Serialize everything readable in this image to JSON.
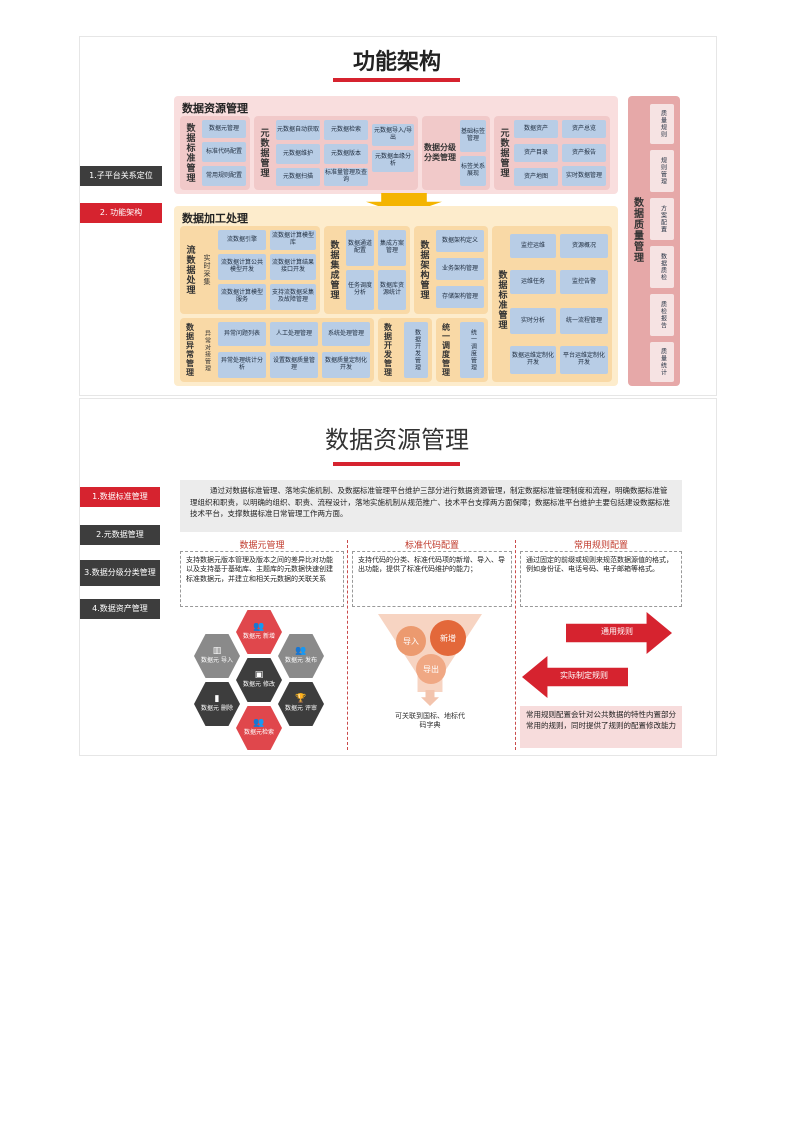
{
  "section1": {
    "title": "功能架构",
    "side_tabs": [
      "1.子平台关系定位",
      "2. 功能架构"
    ],
    "resource": {
      "heading": "数据资源管理",
      "std_label": "数据标准管理",
      "std_items": [
        "数据元管理",
        "标准代码配置",
        "常用规则配置"
      ],
      "meta_label": "元数据管理",
      "meta_items": [
        "元数据自动获取",
        "元数据检索",
        "元数据导入/导出",
        "元数据维护",
        "元数据版本",
        "元数据血缘分析",
        "元数据扫描",
        "标准量管理及查询"
      ],
      "cls_label": "数据分级分类管理",
      "cls_items": [
        "基础标签管理",
        "标签关系展现"
      ],
      "asset_label": "元数据管理",
      "asset_items": [
        "数据资产",
        "资产总览",
        "资产目录",
        "资产报告",
        "资产地图",
        "实时数据管理"
      ]
    },
    "quality": {
      "label": "数据质量管理",
      "items": [
        "质量规则",
        "规则管理",
        "方案配置",
        "数据质检",
        "质检报告",
        "质量统计"
      ]
    },
    "process": {
      "heading": "数据加工处理",
      "stream_label": "流数据处理",
      "stream_sub": "实时采集",
      "stream_items": [
        "流数据引擎",
        "流数据计算模型库",
        "流数据计算公共模型开发",
        "流数据计算结果接口开发",
        "流数据计算模型服务",
        "支持流数据采集及故障管理"
      ],
      "integ_label": "数据集成管理",
      "integ_items": [
        "数据通道配置",
        "集成方案管理",
        "任务调度分析",
        "数据库资源统计"
      ],
      "arch_label": "数据架构管理",
      "arch_items": [
        "数据架构定义",
        "业务架构管理",
        "存储架构管理"
      ],
      "normal_label": "数据标准管理",
      "normal_items": [
        "监控运维",
        "资源概况",
        "运维任务",
        "监控告警",
        "实时分析",
        "统一流程管理",
        "数据运维定制化开发",
        "平台运维定制化开发"
      ],
      "abn_label": "数据异常管理",
      "abn_sub": "异常对接管理",
      "abn_items": [
        "异常问题列表",
        "人工处理管理",
        "系统处理管理",
        "异常处理统计分析",
        "设置数据质量管理",
        "数据质量定制化开发"
      ],
      "dev_label": "数据开发管理",
      "dev_sub": "数据开发管理",
      "sched_label": "统一调度管理",
      "sched_sub": "统一调度管理"
    }
  },
  "section2": {
    "title": "数据资源管理",
    "side_tabs": [
      "1.数据标准管理",
      "2.元数据管理",
      "3.数据分级分类管理",
      "4.数据资产管理"
    ],
    "intro": "通过对数据标准管理、落地实施机制、及数据标准管理平台维护三部分进行数据资源管理，制定数据标准管理制度和流程，明确数据标准管理组织和职责，以明确的组织、职责、流程设计，落地实施机制从规范推广、技术平台支撑两方面保障；数据标准平台维护主要包括建设数据标准技术平台，支撑数据标准日常管理工作两方面。",
    "col1": {
      "head": "数据元管理",
      "text": "支持数据元版本管理及版本之间的差异比对功能以及支持基于基础库、主题库的元数据快速创建标准数据元，并建立和相关元数据的关联关系",
      "hexes": [
        {
          "label": "数据元 新增",
          "icon": "👥",
          "color": "#e0474c"
        },
        {
          "label": "数据元 导入",
          "icon": "▥",
          "color": "#8a8a8a"
        },
        {
          "label": "数据元 发布",
          "icon": "👥",
          "color": "#8a8a8a"
        },
        {
          "label": "数据元 修改",
          "icon": "▣",
          "color": "#3d3d3d"
        },
        {
          "label": "数据元 删除",
          "icon": "▮",
          "color": "#3d3d3d"
        },
        {
          "label": "数据元 评审",
          "icon": "🏆",
          "color": "#3d3d3d"
        },
        {
          "label": "数据元检索",
          "icon": "👥",
          "color": "#e0474c"
        }
      ]
    },
    "col2": {
      "head": "标准代码配置",
      "text": "支持代码的分类、标准代码项的新增、导入、导出功能，提供了标准代码维护的能力；",
      "funnel": [
        "导入",
        "新增",
        "导出"
      ],
      "foot": "可关联到国标、地标代码字典"
    },
    "col3": {
      "head": "常用规则配置",
      "text": "通过固定的前缀或规则来规范数据源值的格式，例如身份证、电话号码、电子邮箱等格式。",
      "arrow1": "通用规则",
      "arrow2": "实际制定规则",
      "foot": "常用规则配置会针对公共数据的特性内置部分常用的规则，同时提供了规则的配置修改能力"
    }
  }
}
